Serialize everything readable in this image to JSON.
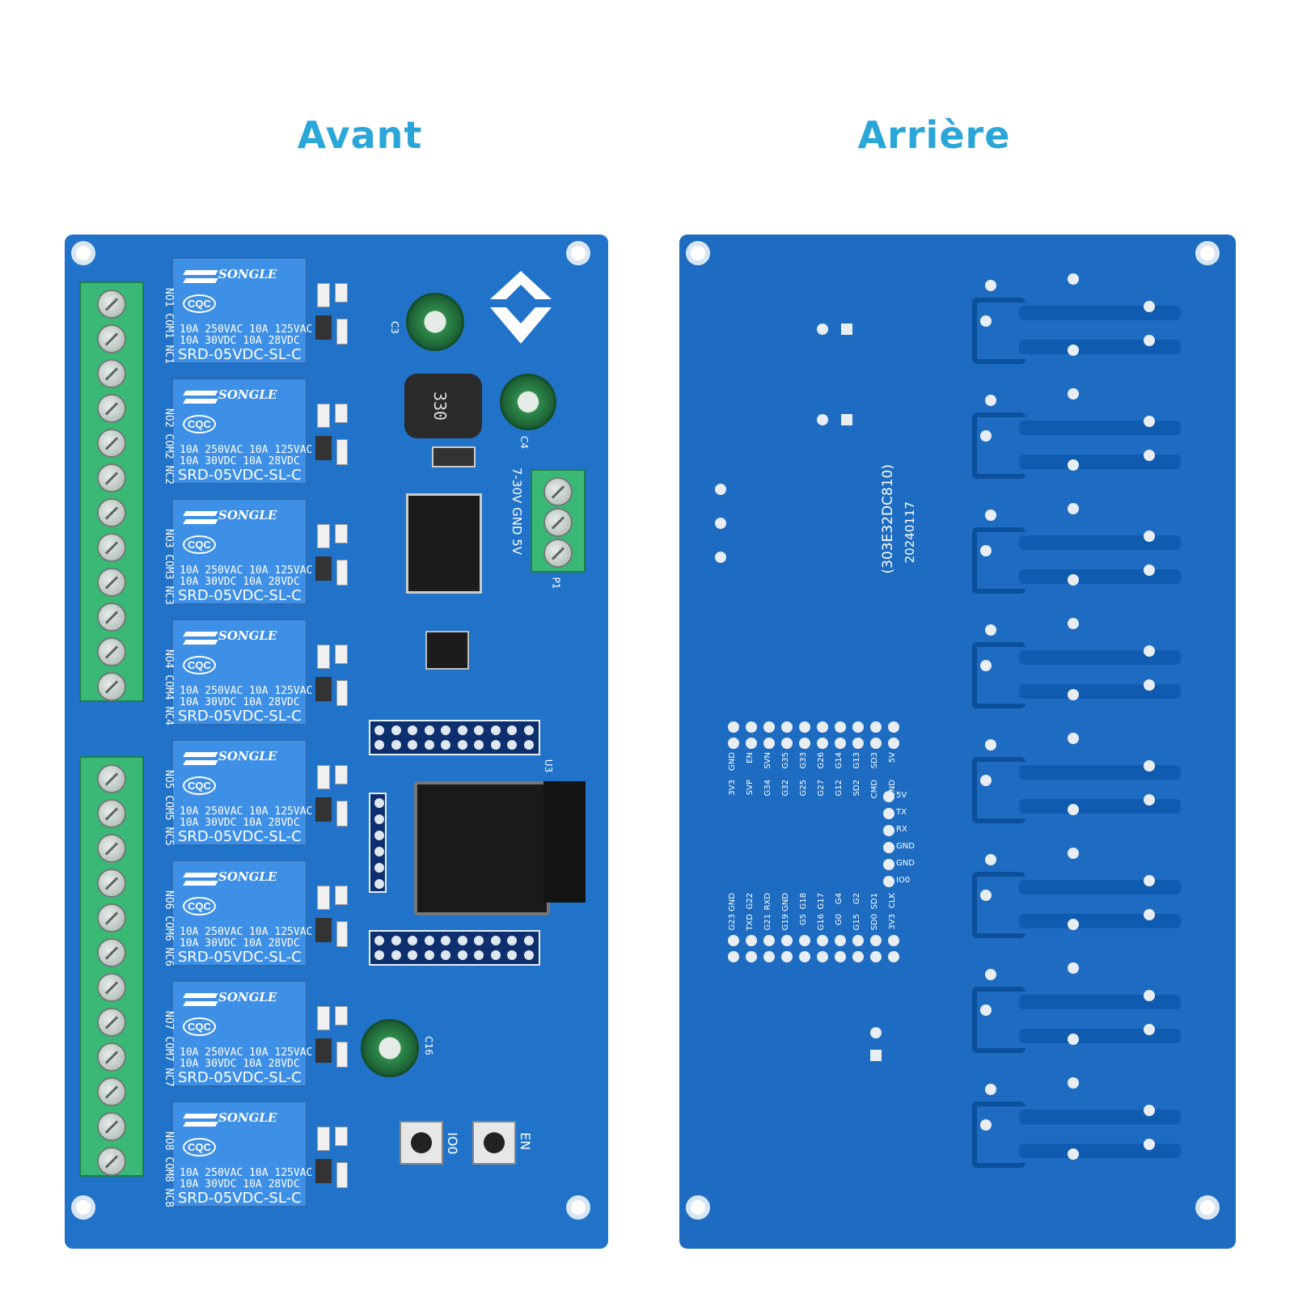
{
  "headings": {
    "front": "Avant",
    "back": "Arrière"
  },
  "relay": {
    "brand": "SONGLE",
    "cert": "CQC",
    "spec_line1": "10A 250VAC  10A 125VAC",
    "spec_line2": "10A  30VDC  10A  28VDC",
    "model": "SRD-05VDC-SL-C",
    "count": 8
  },
  "terminal_labels": [
    "NO1 COM1 NC1",
    "NO2 COM2 NC2",
    "NO3 COM3 NC3",
    "NO4 COM4 NC4",
    "NO5 COM5 NC5",
    "NO6 COM6 NC6",
    "NO7 COM7 NC7",
    "NO8 COM8 NC8"
  ],
  "front_silkscreen": {
    "power_label": "7-30V GND 5V",
    "inductor": "330",
    "button_io0": "IO0",
    "button_en": "EN",
    "u3": "U3",
    "p1": "P1",
    "c3": "C3",
    "c4": "C4",
    "c16": "C16"
  },
  "back_silkscreen": {
    "model_code": "(303E32DC810)",
    "date_code": "20240117",
    "pins_top_row": [
      "GND",
      "3V3",
      "EN",
      "SVP",
      "SVN",
      "G34",
      "G35",
      "G32",
      "G33",
      "G25",
      "G26",
      "G27",
      "G14",
      "G12",
      "G13",
      "SD2",
      "SD3",
      "CMD",
      "5V",
      "GND"
    ],
    "pins_side": [
      "5V",
      "TX",
      "RX",
      "GND",
      "GND",
      "IO0"
    ],
    "pins_bottom_row": [
      "GND",
      "G23",
      "G22",
      "TXD",
      "RXD",
      "G21",
      "GND",
      "G19",
      "G18",
      "G5",
      "G17",
      "G16",
      "G4",
      "G0",
      "G2",
      "G15",
      "SD1",
      "SD0",
      "CLK",
      "3V3"
    ]
  }
}
